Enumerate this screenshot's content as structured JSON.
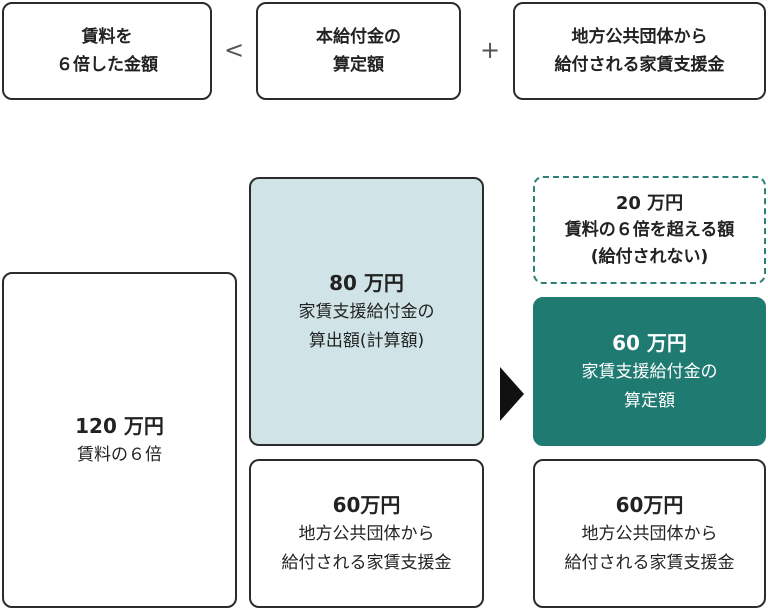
{
  "top": {
    "box1": [
      "賃料を",
      "６倍した金額"
    ],
    "op1": "<",
    "box2": [
      "本給付金の",
      "算定額"
    ],
    "op2": "+",
    "box3": [
      "地方公共団体から",
      "給付される家賃支援金"
    ]
  },
  "left": {
    "amount": "120 万円",
    "label": "賃料の６倍"
  },
  "middle": {
    "computed": {
      "amount": "80 万円",
      "lines": [
        "家賃支援給付金の",
        "算出額(計算額)"
      ]
    },
    "local": {
      "amount": "60万円",
      "lines": [
        "地方公共団体から",
        "給付される家賃支援金"
      ]
    }
  },
  "right": {
    "excess": {
      "amount": "20 万円",
      "lines": [
        "賃料の６倍を超える額",
        "(給付されない)"
      ]
    },
    "final": {
      "amount": "60 万円",
      "lines": [
        "家賃支援給付金の",
        "算定額"
      ]
    },
    "local": {
      "amount": "60万円",
      "lines": [
        "地方公共団体から",
        "給付される家賃支援金"
      ]
    }
  },
  "colors": {
    "teal": "#1f7a72",
    "light_blue": "#d0e4e7",
    "dashed_border": "#2e7f77"
  }
}
